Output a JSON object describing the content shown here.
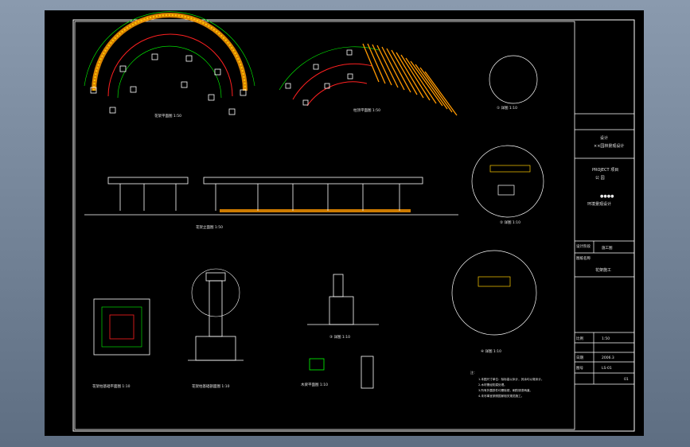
{
  "colors": {
    "background": "#000000",
    "frame": "#ffffff",
    "dimension": "#00ff00",
    "beam": "#ff9900",
    "axis": "#ff2020",
    "hatch": "#ffcc00",
    "text": "#e8e8e8"
  },
  "views": {
    "plan_roof": "花架平面图 1:50",
    "plan_column": "柱顶平面图 1:50",
    "elevation": "花架立面图 1:50",
    "column_plan": "花架柱基础平面图 1:10",
    "column_section": "花架柱基础剖面图 1:10",
    "detail_3": "③ 详图 1:10",
    "detail_1": "① 详图 1:10",
    "detail_2": "② 详图 1:10",
    "detail_4": "④ 详图 1:10",
    "beam_section": "木梁平面图 1:10"
  },
  "notes": {
    "title": "注：",
    "lines": [
      "1.本图尺寸单位：除标高以米计，其余均以毫米计。",
      "2.木材需经防腐处理。",
      "3.所有外露铁件均需除锈，刷防锈漆两道。",
      "4.未尽事宜参照国家相关规范施工。"
    ]
  },
  "title_block": {
    "design_unit_label": "设计",
    "design_unit": "××园林景观设计",
    "project_label": "PROJECT 项目",
    "project_name": "公 园",
    "drawing_label": "●●●●",
    "drawing_name": "环境景观设计",
    "stage_label": "设计阶段",
    "stage_value": "施工图",
    "sheet_label": "图纸名称",
    "sheet_value": "花架施工",
    "scale_label": "比例",
    "scale_value": "1:50",
    "date_label": "日期",
    "date_value": "2006.3",
    "number_label": "图号",
    "number_value": "LS-01",
    "page": "01"
  }
}
